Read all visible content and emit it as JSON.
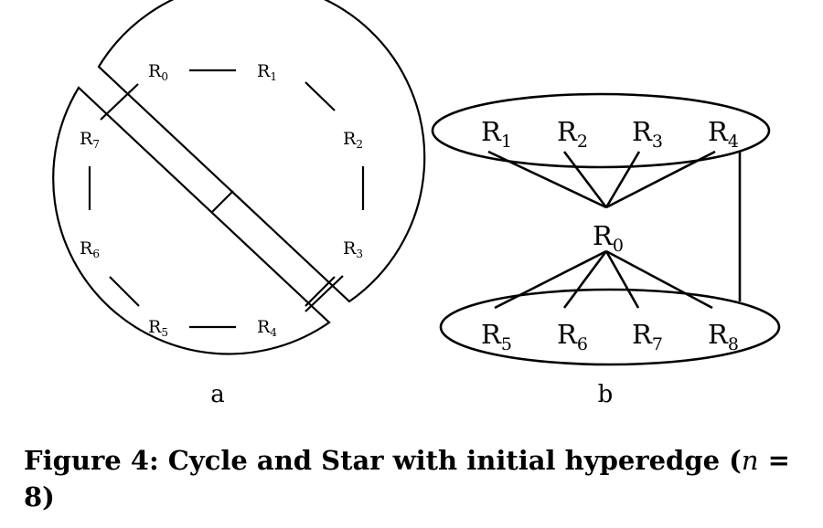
{
  "panel_a": {
    "label": "a",
    "nodes": [
      {
        "base": "R",
        "sub": "0"
      },
      {
        "base": "R",
        "sub": "1"
      },
      {
        "base": "R",
        "sub": "2"
      },
      {
        "base": "R",
        "sub": "3"
      },
      {
        "base": "R",
        "sub": "4"
      },
      {
        "base": "R",
        "sub": "5"
      },
      {
        "base": "R",
        "sub": "6"
      },
      {
        "base": "R",
        "sub": "7"
      }
    ],
    "edges": [
      [
        0,
        1
      ],
      [
        1,
        2
      ],
      [
        2,
        3
      ],
      [
        3,
        4
      ],
      [
        4,
        5
      ],
      [
        5,
        6
      ],
      [
        6,
        7
      ]
    ]
  },
  "panel_b": {
    "label": "b",
    "center": {
      "base": "R",
      "sub": "0"
    },
    "top_nodes": [
      {
        "base": "R",
        "sub": "1"
      },
      {
        "base": "R",
        "sub": "2"
      },
      {
        "base": "R",
        "sub": "3"
      },
      {
        "base": "R",
        "sub": "4"
      }
    ],
    "bottom_nodes": [
      {
        "base": "R",
        "sub": "5"
      },
      {
        "base": "R",
        "sub": "6"
      },
      {
        "base": "R",
        "sub": "7"
      },
      {
        "base": "R",
        "sub": "8"
      }
    ]
  },
  "caption": {
    "text": "Figure 4: Cycle and Star with initial hyperedge (",
    "var": "n",
    "tail": " = 8)"
  }
}
